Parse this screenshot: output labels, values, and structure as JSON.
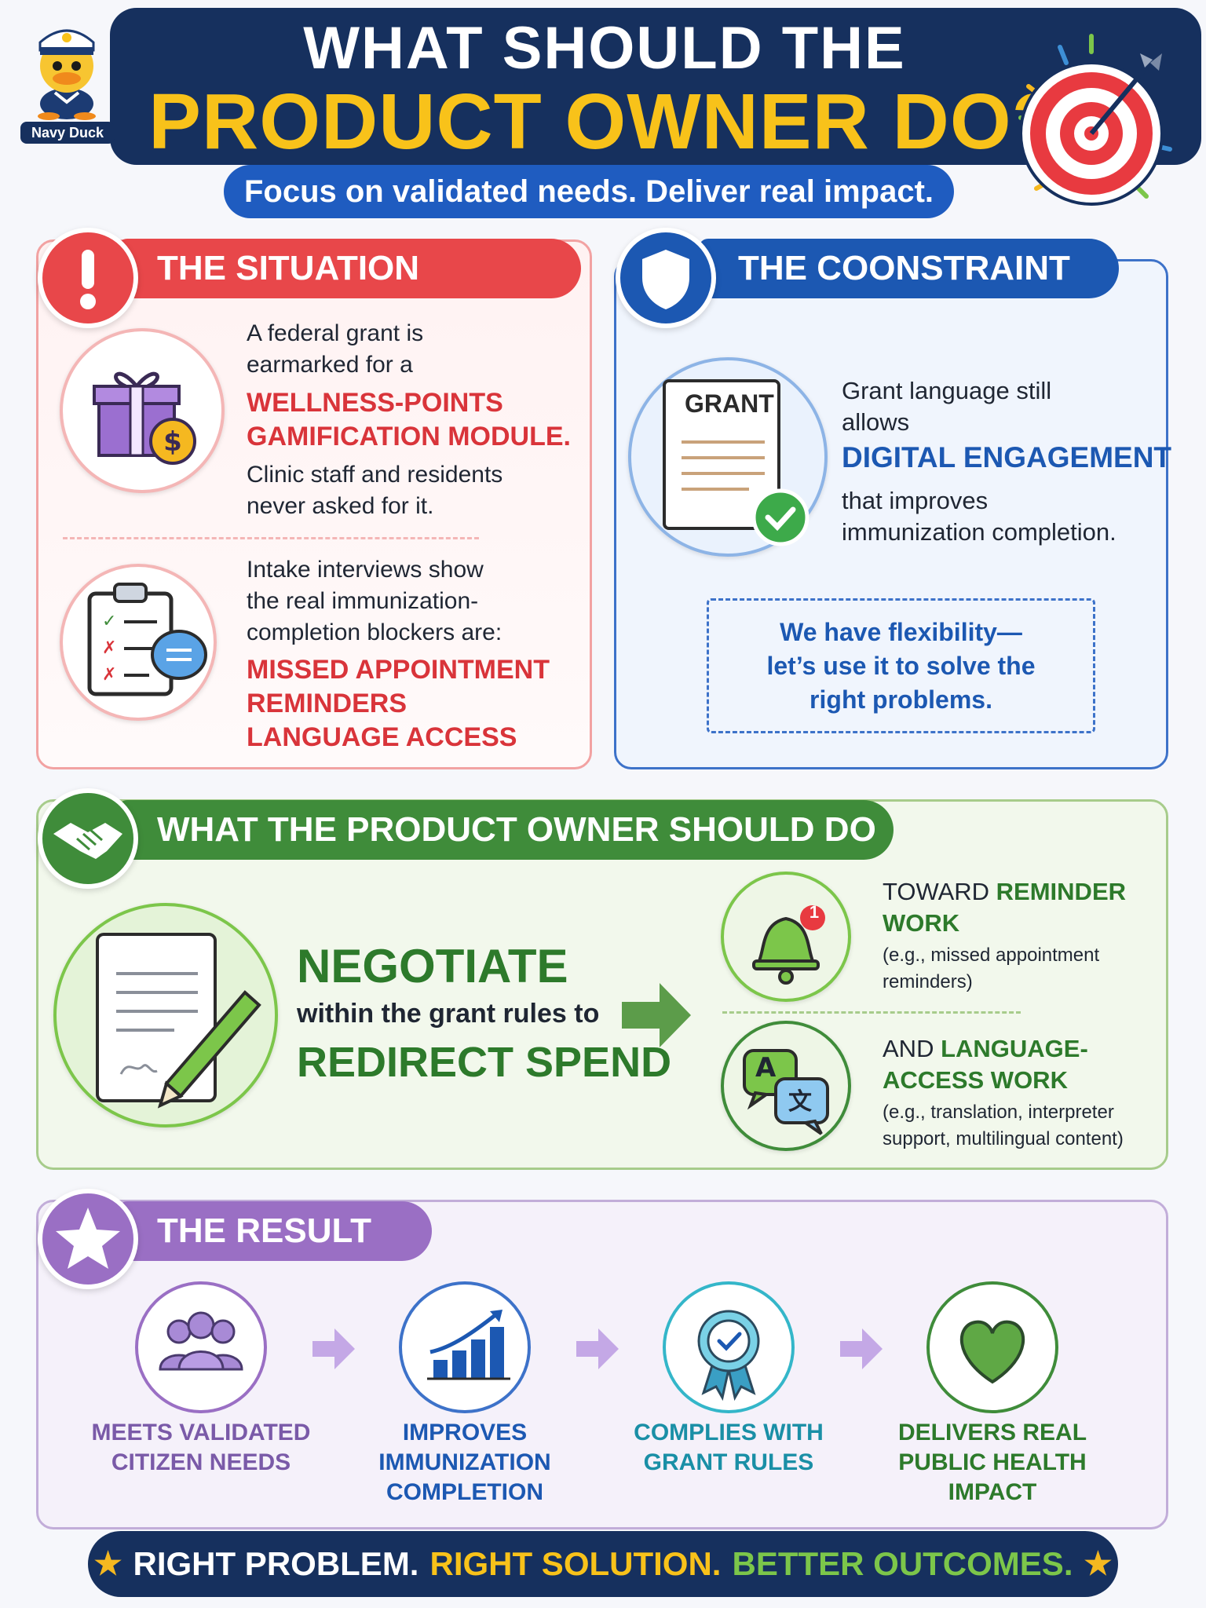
{
  "header": {
    "logo_label": "Navy Duck",
    "title_line1": "WHAT SHOULD THE",
    "title_line2": "PRODUCT OWNER DO?",
    "subtitle": "Focus on validated needs. Deliver real impact."
  },
  "situation": {
    "title": "THE SITUATION",
    "p1_text": [
      "A federal grant is",
      "earmarked for a"
    ],
    "p1_highlight": [
      "WELLNESS-POINTS",
      "GAMIFICATION MODULE."
    ],
    "p1_tail": [
      "Clinic staff and residents",
      "never asked for it."
    ],
    "p2_text": [
      "Intake interviews show",
      "the real immunization-",
      "completion blockers are:"
    ],
    "p2_highlight": [
      "MISSED APPOINTMENT",
      "REMINDERS",
      "LANGUAGE ACCESS"
    ]
  },
  "constraint": {
    "title": "THE COONSTRAINT",
    "grant_label": "GRANT",
    "text_a": [
      "Grant language still",
      "allows"
    ],
    "highlight": "DIGITAL ENGAGEMENT",
    "text_b": [
      "that improves",
      "immunization completion."
    ],
    "note": [
      "We have flexibility—",
      "let’s use it to solve the",
      "right problems."
    ]
  },
  "action": {
    "title": "WHAT THE PRODUCT OWNER SHOULD DO",
    "negotiate": "NEGOTIATE",
    "within": "within the grant rules to",
    "redirect": "REDIRECT SPEND",
    "toward_prefix": "TOWARD ",
    "toward_hl_1": "REMINDER",
    "toward_hl_2": "WORK",
    "toward_note": [
      "(e.g., missed appointment",
      "reminders)"
    ],
    "bell_badge": "1",
    "and_prefix": "AND ",
    "and_hl_1": "LANGUAGE-",
    "and_hl_2": "ACCESS WORK",
    "and_note": [
      "(e.g., translation, interpreter",
      "support, multilingual content)"
    ],
    "lang_glyph_a": "A",
    "lang_glyph_b": "文"
  },
  "result": {
    "title": "THE RESULT",
    "items": [
      {
        "lines": [
          "MEETS VALIDATED",
          "CITIZEN NEEDS"
        ],
        "color": "#7a5aa8",
        "icon": "people-icon"
      },
      {
        "lines": [
          "IMPROVES",
          "IMMUNIZATION",
          "COMPLETION"
        ],
        "color": "#1c58b2",
        "icon": "chart-up-icon"
      },
      {
        "lines": [
          "COMPLIES WITH",
          "GRANT RULES"
        ],
        "color": "#1a8fa6",
        "icon": "award-ribbon-icon"
      },
      {
        "lines": [
          "DELIVERS REAL",
          "PUBLIC HEALTH",
          "IMPACT"
        ],
        "color": "#2d7a2b",
        "icon": "heart-icon"
      }
    ]
  },
  "footer": {
    "part1": "RIGHT PROBLEM.",
    "part2": "RIGHT SOLUTION.",
    "part3": "BETTER OUTCOMES.",
    "color1": "#ffffff",
    "color2": "#f8c21a",
    "color3": "#7cc64a"
  }
}
